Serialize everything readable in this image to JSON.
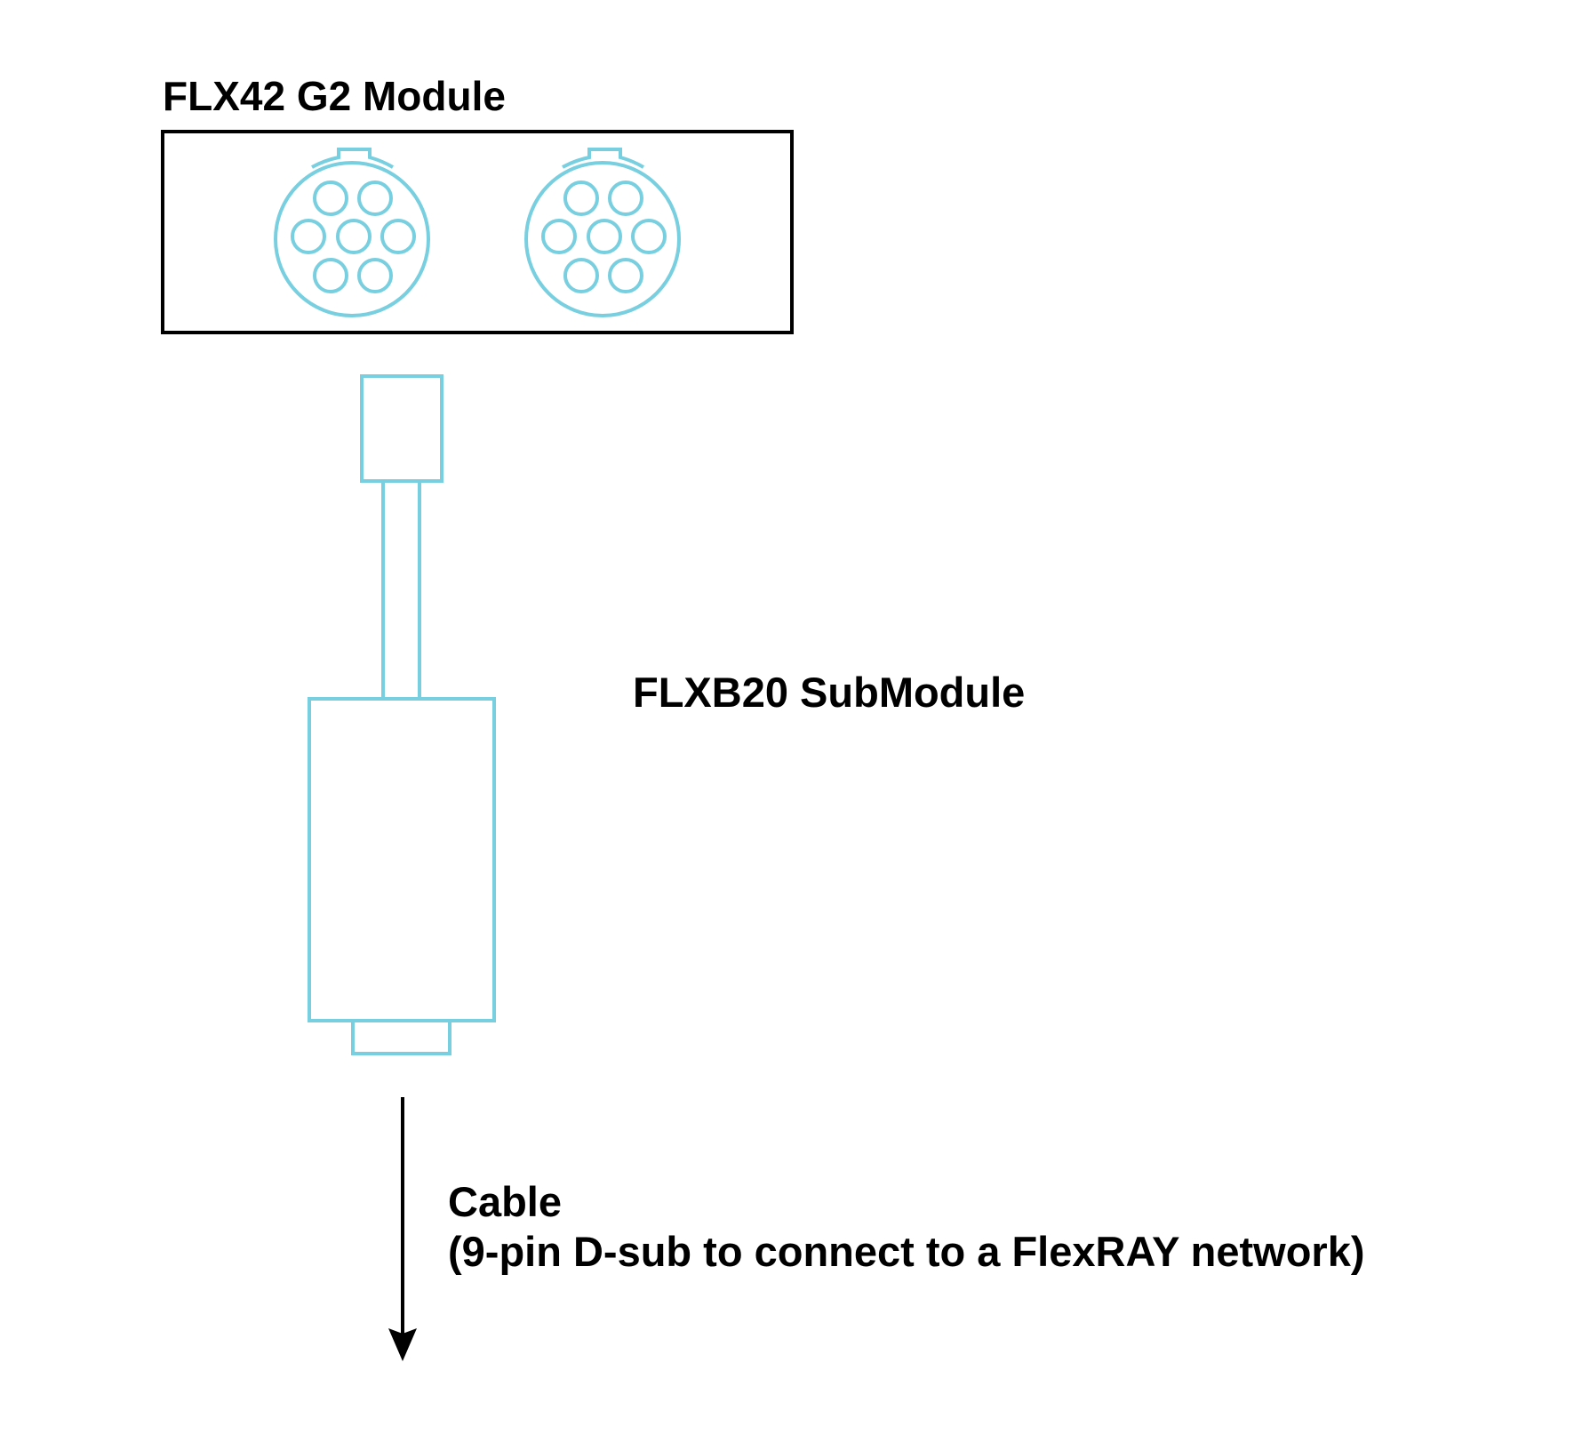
{
  "labels": {
    "module_title": "FLX42 G2 Module",
    "submodule_title": "FLXB20 SubModule",
    "cable_title": "Cable",
    "cable_description": "(9-pin D-sub to connect to a FlexRAY network)"
  },
  "colors": {
    "connector_stroke": "#78CFE0",
    "outline_stroke": "#000000",
    "background": "#FFFFFF"
  },
  "components": {
    "module": {
      "name": "FLX42 G2 Module",
      "connectors": [
        {
          "id": "connector-1",
          "pins": 7
        },
        {
          "id": "connector-2",
          "pins": 7
        }
      ]
    },
    "submodule": {
      "name": "FLXB20 SubModule",
      "parts": [
        "plug",
        "stem",
        "body",
        "d-sub-tab"
      ]
    },
    "cable": {
      "name": "Cable",
      "connector": "9-pin D-sub",
      "target": "FlexRAY network",
      "direction": "down"
    }
  }
}
